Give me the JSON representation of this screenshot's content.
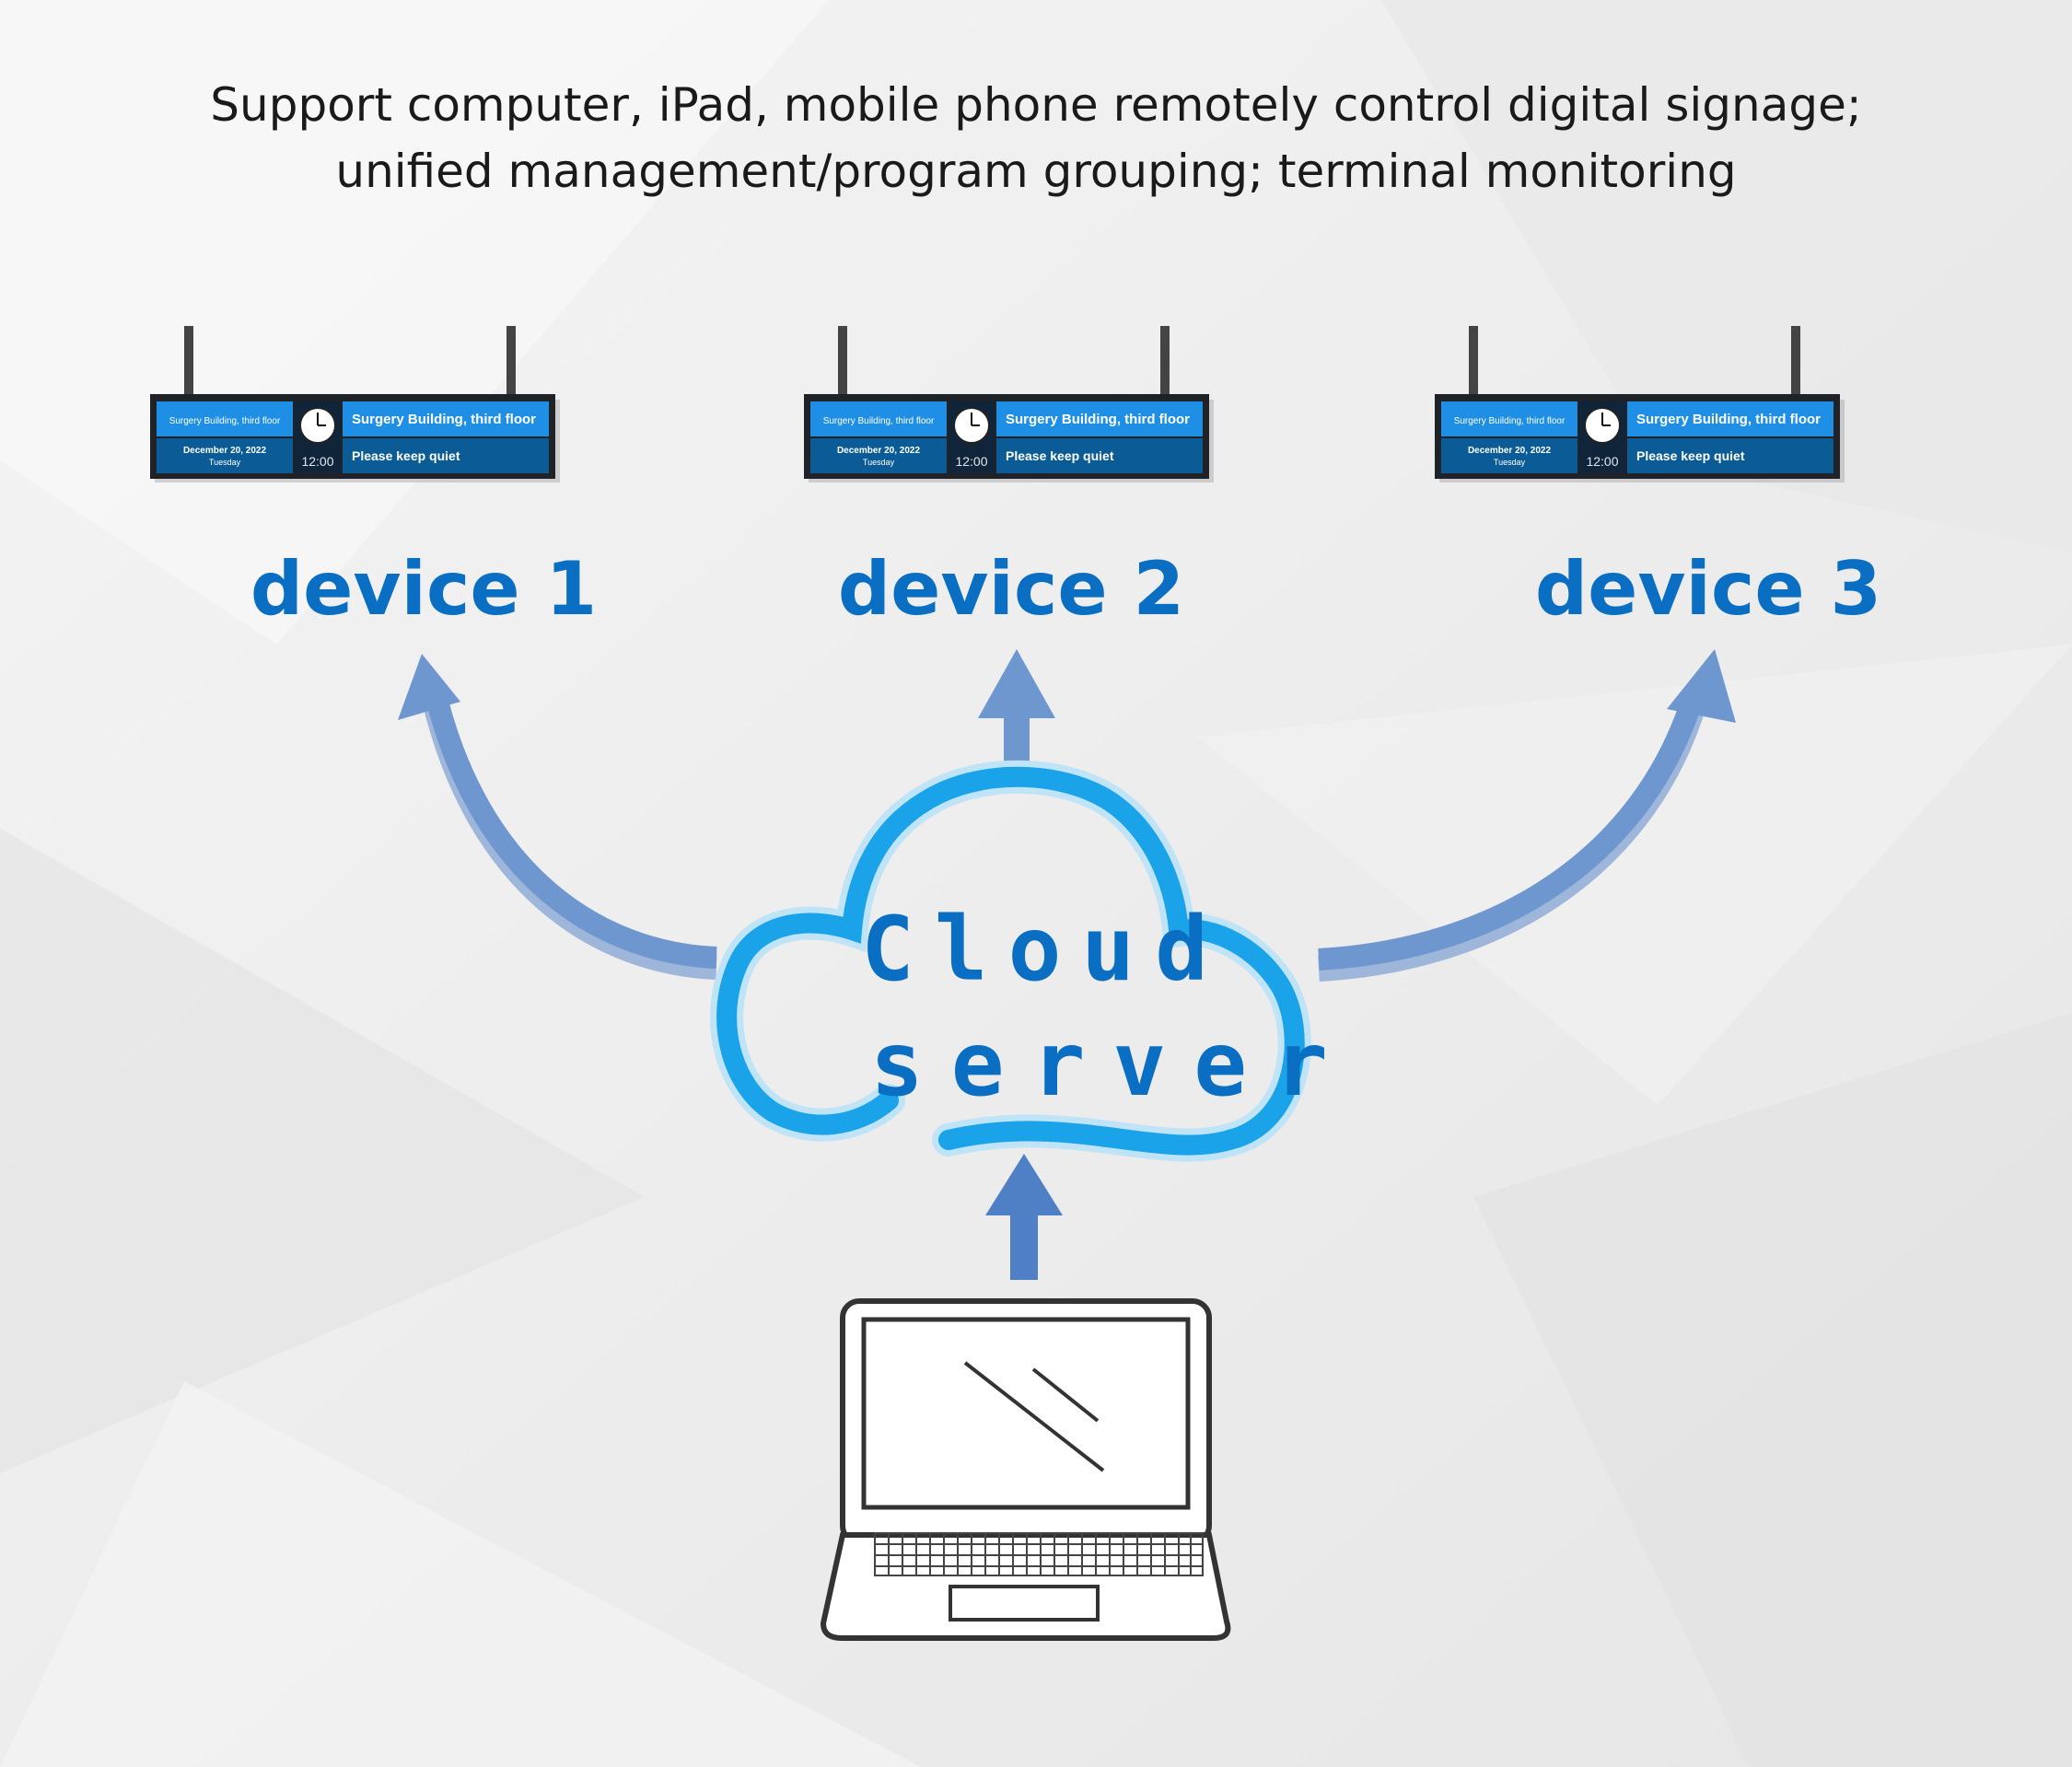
{
  "caption": {
    "line1": "Support computer, iPad, mobile phone  remotely control digital signage;",
    "line2": "unified management/program grouping; terminal monitoring"
  },
  "signage": {
    "left_top": "Surgery Building, third floor",
    "left_date": "December 20, 2022",
    "left_day": "Tuesday",
    "clock_time": "12:00",
    "right_top": "Surgery Building, third floor",
    "right_bottom": "Please keep quiet"
  },
  "devices": [
    {
      "label": "device 1"
    },
    {
      "label": "device 2"
    },
    {
      "label": "device 3"
    }
  ],
  "cloud": {
    "line1": "Cloud",
    "line2": "server"
  },
  "colors": {
    "label_blue": "#0a6fc2",
    "cloud_outline": "#1aa3e8",
    "arrow": "#6f97cf",
    "screen_light": "#1f8fe6",
    "screen_dark": "#0b5c96"
  },
  "icons": {
    "client": "laptop-icon",
    "hub": "cloud-icon",
    "terminal": "digital-signage-icon"
  }
}
